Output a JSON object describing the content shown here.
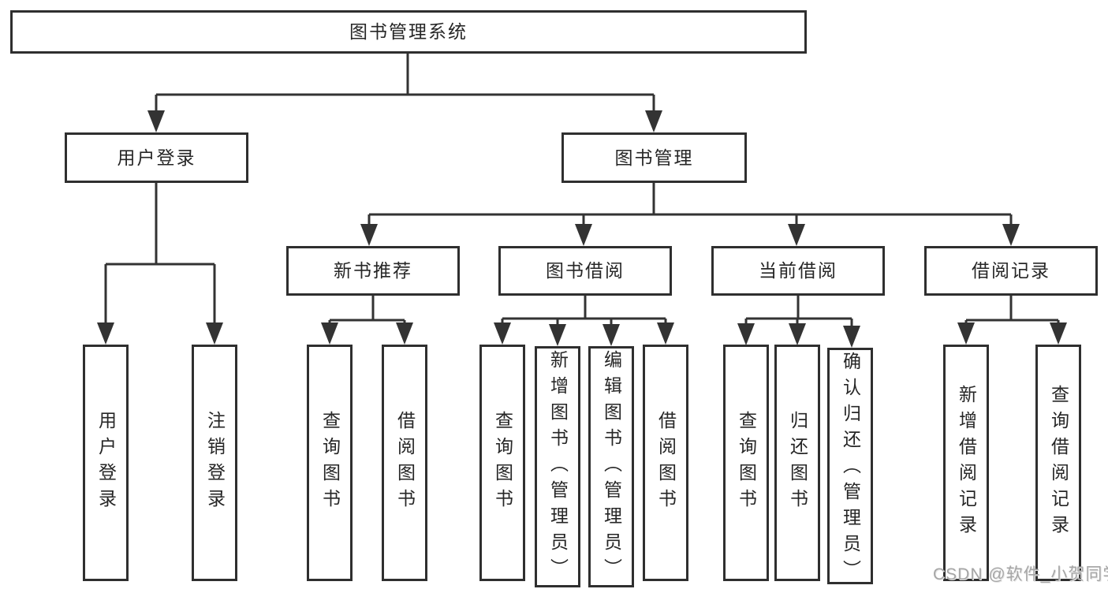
{
  "tree": {
    "label": "图书管理系统",
    "children": [
      {
        "label": "用户登录",
        "children": [
          {
            "label": "用户登录"
          },
          {
            "label": "注销登录"
          }
        ]
      },
      {
        "label": "图书管理",
        "children": [
          {
            "label": "新书推荐",
            "children": [
              {
                "label": "查询图书"
              },
              {
                "label": "借阅图书"
              }
            ]
          },
          {
            "label": "图书借阅",
            "children": [
              {
                "label": "查询图书"
              },
              {
                "label": "新增图书（管理员）"
              },
              {
                "label": "编辑图书（管理员）"
              },
              {
                "label": "借阅图书"
              }
            ]
          },
          {
            "label": "当前借阅",
            "children": [
              {
                "label": "查询图书"
              },
              {
                "label": "归还图书"
              },
              {
                "label": "确认归还（管理员）"
              }
            ]
          },
          {
            "label": "借阅记录",
            "children": [
              {
                "label": "新增借阅记录"
              },
              {
                "label": "查询借阅记录"
              }
            ]
          }
        ]
      }
    ]
  },
  "watermark": {
    "text": "CSDN @软件_小贺同学"
  },
  "colors": {
    "line": "#333333",
    "box_border": "#2f2f2f",
    "text": "#262626",
    "watermark": "#a6a6a6",
    "background": "#ffffff"
  }
}
